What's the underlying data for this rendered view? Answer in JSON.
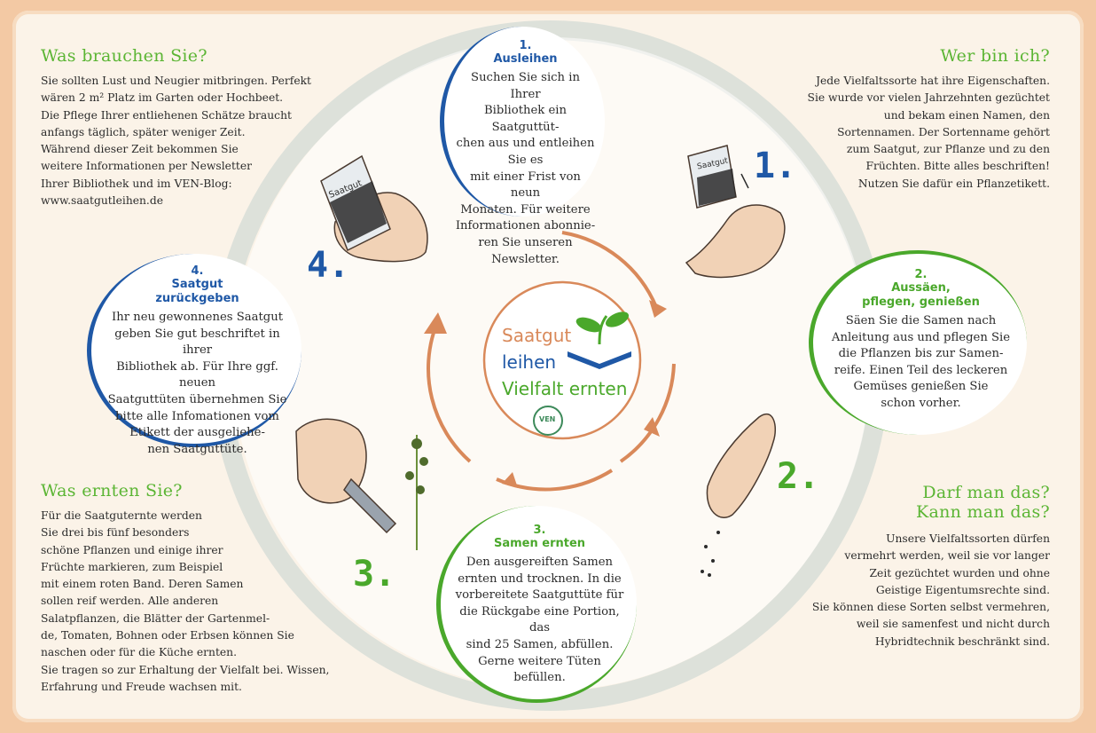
{
  "corner_texts": {
    "top_left": {
      "title": "Was brauchen Sie?",
      "lines": [
        "Sie sollten Lust und Neugier mitbringen. Perfekt",
        "wären 2 m² Platz im Garten oder Hochbeet.",
        "Die Pflege Ihrer entliehenen Schätze braucht",
        "anfangs täglich, später weniger Zeit.",
        "Während dieser Zeit bekommen Sie",
        "weitere Informationen per Newsletter",
        "Ihrer Bibliothek und im VEN-Blog:",
        "www.saatgutleihen.de"
      ]
    },
    "top_right": {
      "title": "Wer bin ich?",
      "lines": [
        "Jede Vielfaltssorte hat ihre Eigenschaften.",
        "Sie wurde vor vielen Jahrzehnten gezüchtet",
        "und bekam einen Namen, den",
        "Sortennamen. Der Sortenname gehört",
        "zum Saatgut, zur Pflanze und zu den",
        "Früchten. Bitte alles beschriften!",
        "Nutzen Sie dafür ein Pflanzetikett."
      ]
    },
    "bottom_left": {
      "title": "Was ernten Sie?",
      "lines": [
        "Für die Saatguternte werden",
        "Sie drei bis fünf besonders",
        "schöne Pflanzen und einige ihrer",
        "Früchte markieren, zum Beispiel",
        "mit einem roten Band. Deren Samen",
        "sollen reif werden. Alle anderen",
        "Salatpflanzen, die Blätter der Gartenmel-",
        "de, Tomaten, Bohnen oder Erbsen können Sie",
        "naschen oder für die Küche ernten.",
        "Sie tragen so zur Erhaltung der Vielfalt bei. Wissen,",
        "Erfahrung und Freude wachsen mit."
      ]
    },
    "bottom_right": {
      "title_line1": "Darf man das?",
      "title_line2": "Kann man das?",
      "lines": [
        "Unsere Vielfaltssorten dürfen",
        "vermehrt werden, weil sie vor langer",
        "Zeit gezüchtet wurden und ohne",
        "Geistige Eigentumsrechte sind.",
        "Sie können diese Sorten selbst vermehren,",
        "weil sie samenfest und nicht durch",
        "Hybridtechnik beschränkt sind."
      ]
    }
  },
  "steps": [
    {
      "number": "1.",
      "title_lines": [
        "Ausleihen"
      ],
      "text_lines": [
        "Suchen Sie sich in Ihrer",
        "Bibliothek ein Saatguttüt-",
        "chen aus und entleihen Sie es",
        "mit einer Frist von neun",
        "Monaten. Für weitere",
        "Informationen abonnie-",
        "ren Sie unseren",
        "Newsletter."
      ],
      "color": "#1f58a6"
    },
    {
      "number": "2.",
      "title_lines": [
        "Aussäen,",
        "pflegen, genießen"
      ],
      "text_lines": [
        "Säen Sie die Samen nach",
        "Anleitung aus und pflegen Sie",
        "die Pflanzen bis zur Samen-",
        "reife. Einen Teil des leckeren",
        "Gemüses genießen Sie",
        "schon vorher."
      ],
      "color": "#4aa82b"
    },
    {
      "number": "3.",
      "title_lines": [
        "Samen ernten"
      ],
      "text_lines": [
        "Den ausgereiften Samen",
        "ernten und trocknen. In die",
        "vorbereitete Saatguttüte für",
        "die Rückgabe eine Portion, das",
        "sind 25 Samen, abfüllen.",
        "Gerne weitere Tüten",
        "befüllen."
      ],
      "color": "#4aa82b"
    },
    {
      "number": "4.",
      "title_lines": [
        "Saatgut",
        "zurückgeben"
      ],
      "text_lines": [
        "Ihr neu gewonnenes Saatgut",
        "geben Sie gut beschriftet in ihrer",
        "Bibliothek ab. Für Ihre ggf. neuen",
        "Saatguttüten übernehmen Sie",
        "bitte alle Infomationen vom",
        "Etikett der ausgeliehe-",
        "nen Saatguttüte."
      ],
      "color": "#1f58a6"
    }
  ],
  "big_numbers": {
    "one": "1.",
    "two": "2.",
    "three": "3.",
    "four": "4."
  },
  "center_logo": {
    "line1": "Saatgut",
    "line2": "leihen",
    "line3": "Vielfalt ernten",
    "badge": "VEN"
  },
  "illustrations": {
    "seed_packet_label": "Saatgut"
  },
  "colors": {
    "blue": "#1f58a6",
    "green": "#4aa82b",
    "title_green": "#5bb534",
    "orange": "#d9895a",
    "background": "#f3c9a4",
    "paper": "#fbf3e8"
  }
}
